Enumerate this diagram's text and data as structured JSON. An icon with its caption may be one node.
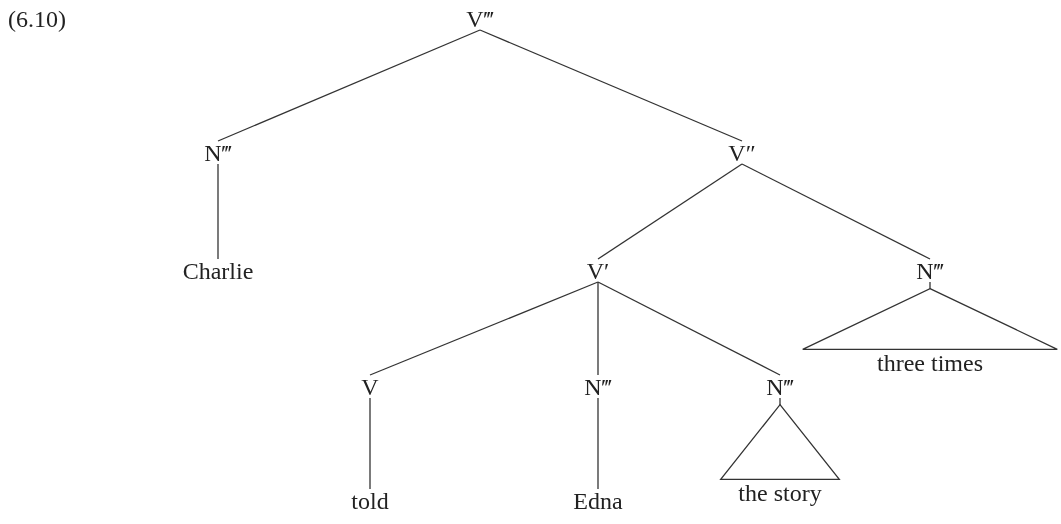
{
  "diagram": {
    "nodes": [
      {
        "text": [
          "V‴"
        ]
      },
      {
        "text": [
          "N‴"
        ]
      },
      {
        "text": [
          "V″"
        ]
      },
      {
        "text": [
          "Charlie"
        ]
      },
      {
        "text": [
          "V′"
        ]
      },
      {
        "text": [
          "N‴"
        ]
      },
      {
        "text": [
          "three times"
        ]
      },
      {
        "text": [
          "V"
        ]
      },
      {
        "text": [
          "N‴"
        ]
      },
      {
        "text": [
          "N‴"
        ]
      },
      {
        "text": [
          "told"
        ]
      },
      {
        "text": [
          "Edna"
        ]
      },
      {
        "text": [
          "the story"
        ]
      }
    ],
    "edges": [
      {
        "from": 0,
        "to": 1,
        "arrow": "none"
      },
      {
        "from": 0,
        "to": 2,
        "arrow": "none"
      },
      {
        "from": 1,
        "to": 3,
        "arrow": "none"
      },
      {
        "from": 2,
        "to": 4,
        "arrow": "none"
      },
      {
        "from": 2,
        "to": 5,
        "arrow": "none"
      },
      {
        "from": 5,
        "to": 6,
        "arrow": "none"
      },
      {
        "from": 4,
        "to": 7,
        "arrow": "none"
      },
      {
        "from": 4,
        "to": 8,
        "arrow": "none"
      },
      {
        "from": 4,
        "to": 9,
        "arrow": "none"
      },
      {
        "from": 7,
        "to": 10,
        "arrow": "none"
      },
      {
        "from": 8,
        "to": 11,
        "arrow": "none"
      },
      {
        "from": 9,
        "to": 12,
        "arrow": "none"
      }
    ],
    "labels": [
      "(6.10)"
    ]
  }
}
